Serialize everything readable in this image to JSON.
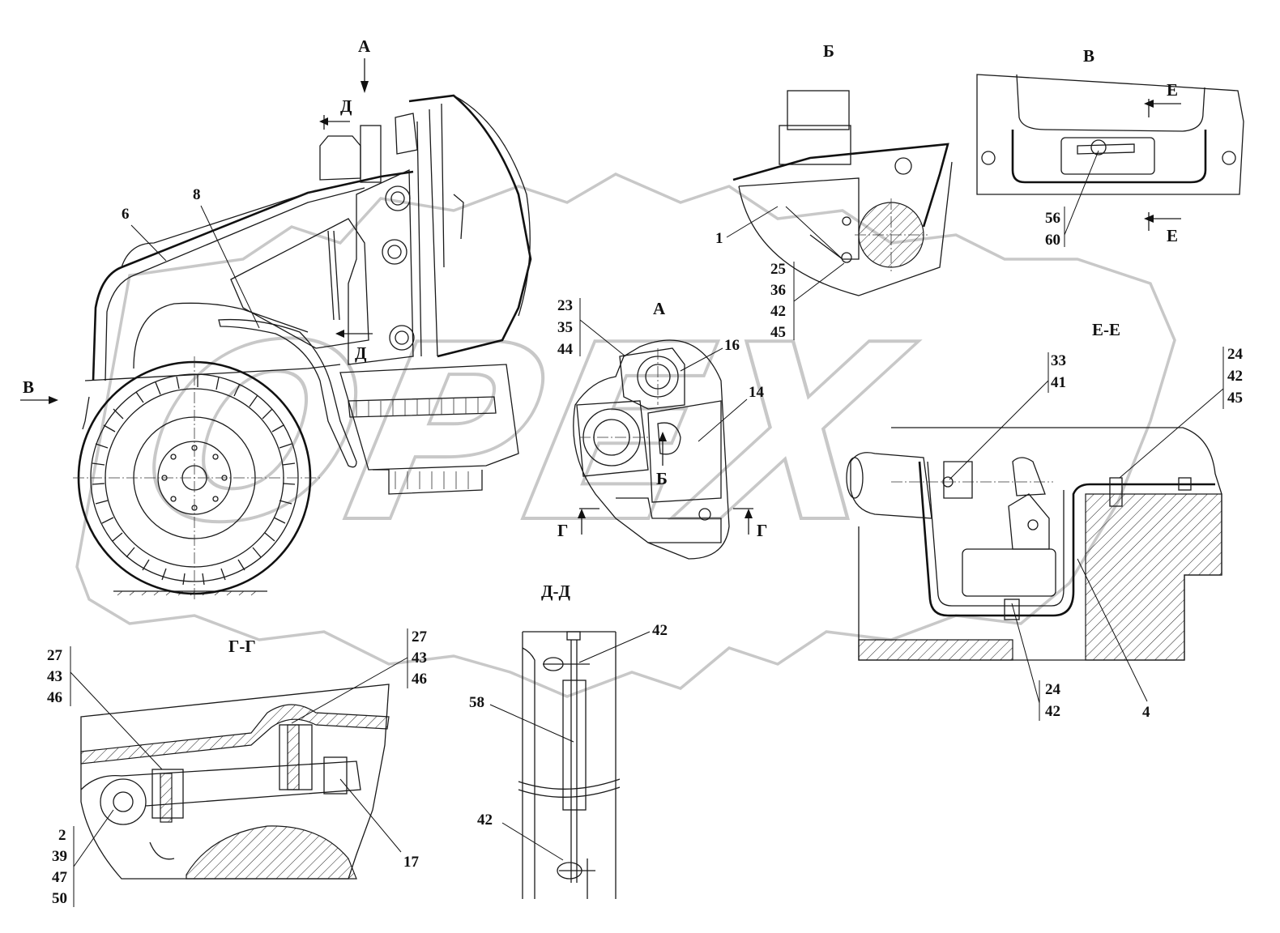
{
  "watermark": "OPEX",
  "views": {
    "A_top": "А",
    "B_title": "Б",
    "V_title": "В",
    "A_detail": "А",
    "EE": "Е-Е",
    "DD": "Д-Д",
    "GG": "Г-Г",
    "V_side": "В",
    "D_upper": "Д",
    "D_lower": "Д",
    "E_upper": "Е",
    "E_lower": "Е",
    "B_arrow": "Б",
    "G_left": "Г",
    "G_right": "Г"
  },
  "callouts": {
    "c6": "6",
    "c8": "8",
    "c1": "1",
    "b_stack": [
      "25",
      "36",
      "42",
      "45"
    ],
    "v_stack": [
      "56",
      "60"
    ],
    "a_stack": [
      "23",
      "35",
      "44"
    ],
    "c16": "16",
    "c14": "14",
    "ee_stack1": [
      "33",
      "41"
    ],
    "ee_stack2": [
      "24",
      "42",
      "45"
    ],
    "ee_stack3": [
      "24",
      "42"
    ],
    "c4": "4",
    "dd_42_top": "42",
    "dd_58": "58",
    "dd_42_bottom": "42",
    "gg_stack_left": [
      "27",
      "43",
      "46"
    ],
    "gg_stack_right": [
      "27",
      "43",
      "46"
    ],
    "gg_stack_bottom": [
      "2",
      "39",
      "47",
      "50"
    ],
    "c17": "17"
  }
}
